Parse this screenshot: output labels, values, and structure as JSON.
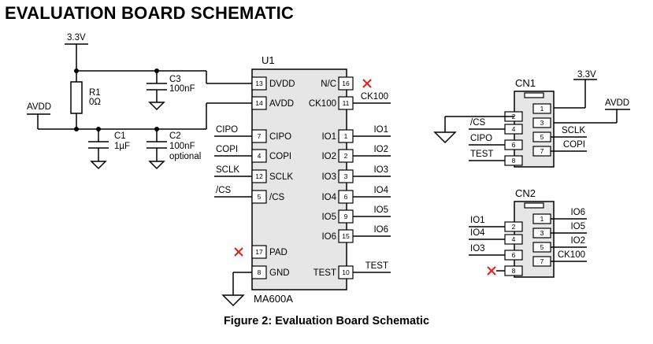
{
  "title": "EVALUATION BOARD SCHEMATIC",
  "caption": "Figure 2: Evaluation Board Schematic",
  "colors": {
    "line": "#000000",
    "no_connect": "#e0201c",
    "chip_fill": "#e6e6e6"
  },
  "power": {
    "v33": "3.3V",
    "avdd": "AVDD"
  },
  "components": {
    "r1": {
      "ref": "R1",
      "value": "0Ω"
    },
    "c1": {
      "ref": "C1",
      "value": "1µF"
    },
    "c2": {
      "ref": "C2",
      "value": "100nF",
      "note": "optional"
    },
    "c3": {
      "ref": "C3",
      "value": "100nF"
    }
  },
  "u1": {
    "ref": "U1",
    "part": "MA600A",
    "left_pins": [
      {
        "num": "13",
        "name": "DVDD",
        "net": ""
      },
      {
        "num": "14",
        "name": "AVDD",
        "net": ""
      },
      {
        "num": "7",
        "name": "CIPO",
        "net": "CIPO"
      },
      {
        "num": "4",
        "name": "COPI",
        "net": "COPI"
      },
      {
        "num": "12",
        "name": "SCLK",
        "net": "SCLK"
      },
      {
        "num": "5",
        "name": "/CS",
        "net": "/CS"
      },
      {
        "num": "17",
        "name": "PAD",
        "net": ""
      },
      {
        "num": "8",
        "name": "GND",
        "net": ""
      }
    ],
    "right_pins": [
      {
        "num": "16",
        "name": "N/C",
        "net": ""
      },
      {
        "num": "11",
        "name": "CK100",
        "net": "CK100"
      },
      {
        "num": "1",
        "name": "IO1",
        "net": "IO1"
      },
      {
        "num": "2",
        "name": "IO2",
        "net": "IO2"
      },
      {
        "num": "3",
        "name": "IO3",
        "net": "IO3"
      },
      {
        "num": "6",
        "name": "IO4",
        "net": "IO4"
      },
      {
        "num": "9",
        "name": "IO5",
        "net": "IO5"
      },
      {
        "num": "15",
        "name": "IO6",
        "net": "IO6"
      },
      {
        "num": "10",
        "name": "TEST",
        "net": "TEST"
      }
    ]
  },
  "cn1": {
    "ref": "CN1",
    "v33": "3.3V",
    "avdd": "AVDD",
    "left": [
      {
        "num": "2",
        "net": ""
      },
      {
        "num": "4",
        "net": "/CS"
      },
      {
        "num": "6",
        "net": "CIPO"
      },
      {
        "num": "8",
        "net": "TEST"
      }
    ],
    "right": [
      {
        "num": "1",
        "net": ""
      },
      {
        "num": "3",
        "net": ""
      },
      {
        "num": "5",
        "net": "SCLK"
      },
      {
        "num": "7",
        "net": "COPI"
      }
    ]
  },
  "cn2": {
    "ref": "CN2",
    "left": [
      {
        "num": "2",
        "net": "IO1"
      },
      {
        "num": "4",
        "net": "IO4"
      },
      {
        "num": "6",
        "net": "IO3"
      },
      {
        "num": "8",
        "net": ""
      }
    ],
    "right": [
      {
        "num": "1",
        "net": "IO6"
      },
      {
        "num": "3",
        "net": "IO5"
      },
      {
        "num": "5",
        "net": "IO2"
      },
      {
        "num": "7",
        "net": "CK100"
      }
    ]
  }
}
